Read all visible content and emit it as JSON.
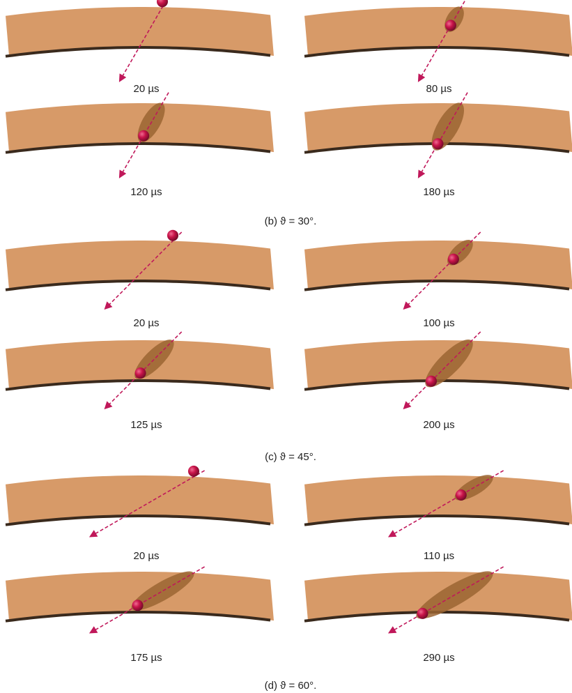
{
  "colors": {
    "plate": "#d79a68",
    "plate_light": "#e2ac7c",
    "plate_shadow": "#3a2a1d",
    "damage": "#9b6533",
    "projectile": "#c8144a",
    "trajectory": "#c0185a"
  },
  "panels": [
    {
      "caption": "(b) ϑ = 30°.",
      "frames": [
        {
          "time": "20 µs",
          "stage": 0
        },
        {
          "time": "80 µs",
          "stage": 1
        },
        {
          "time": "120 µs",
          "stage": 2
        },
        {
          "time": "180 µs",
          "stage": 3
        }
      ]
    },
    {
      "caption": "(c) ϑ = 45°.",
      "frames": [
        {
          "time": "20 µs",
          "stage": 0
        },
        {
          "time": "100 µs",
          "stage": 1
        },
        {
          "time": "125 µs",
          "stage": 2
        },
        {
          "time": "200 µs",
          "stage": 3
        }
      ]
    },
    {
      "caption": "(d) ϑ = 60°.",
      "frames": [
        {
          "time": "20 µs",
          "stage": 0
        },
        {
          "time": "110 µs",
          "stage": 1
        },
        {
          "time": "175 µs",
          "stage": 2
        },
        {
          "time": "290 µs",
          "stage": 3
        }
      ]
    }
  ]
}
